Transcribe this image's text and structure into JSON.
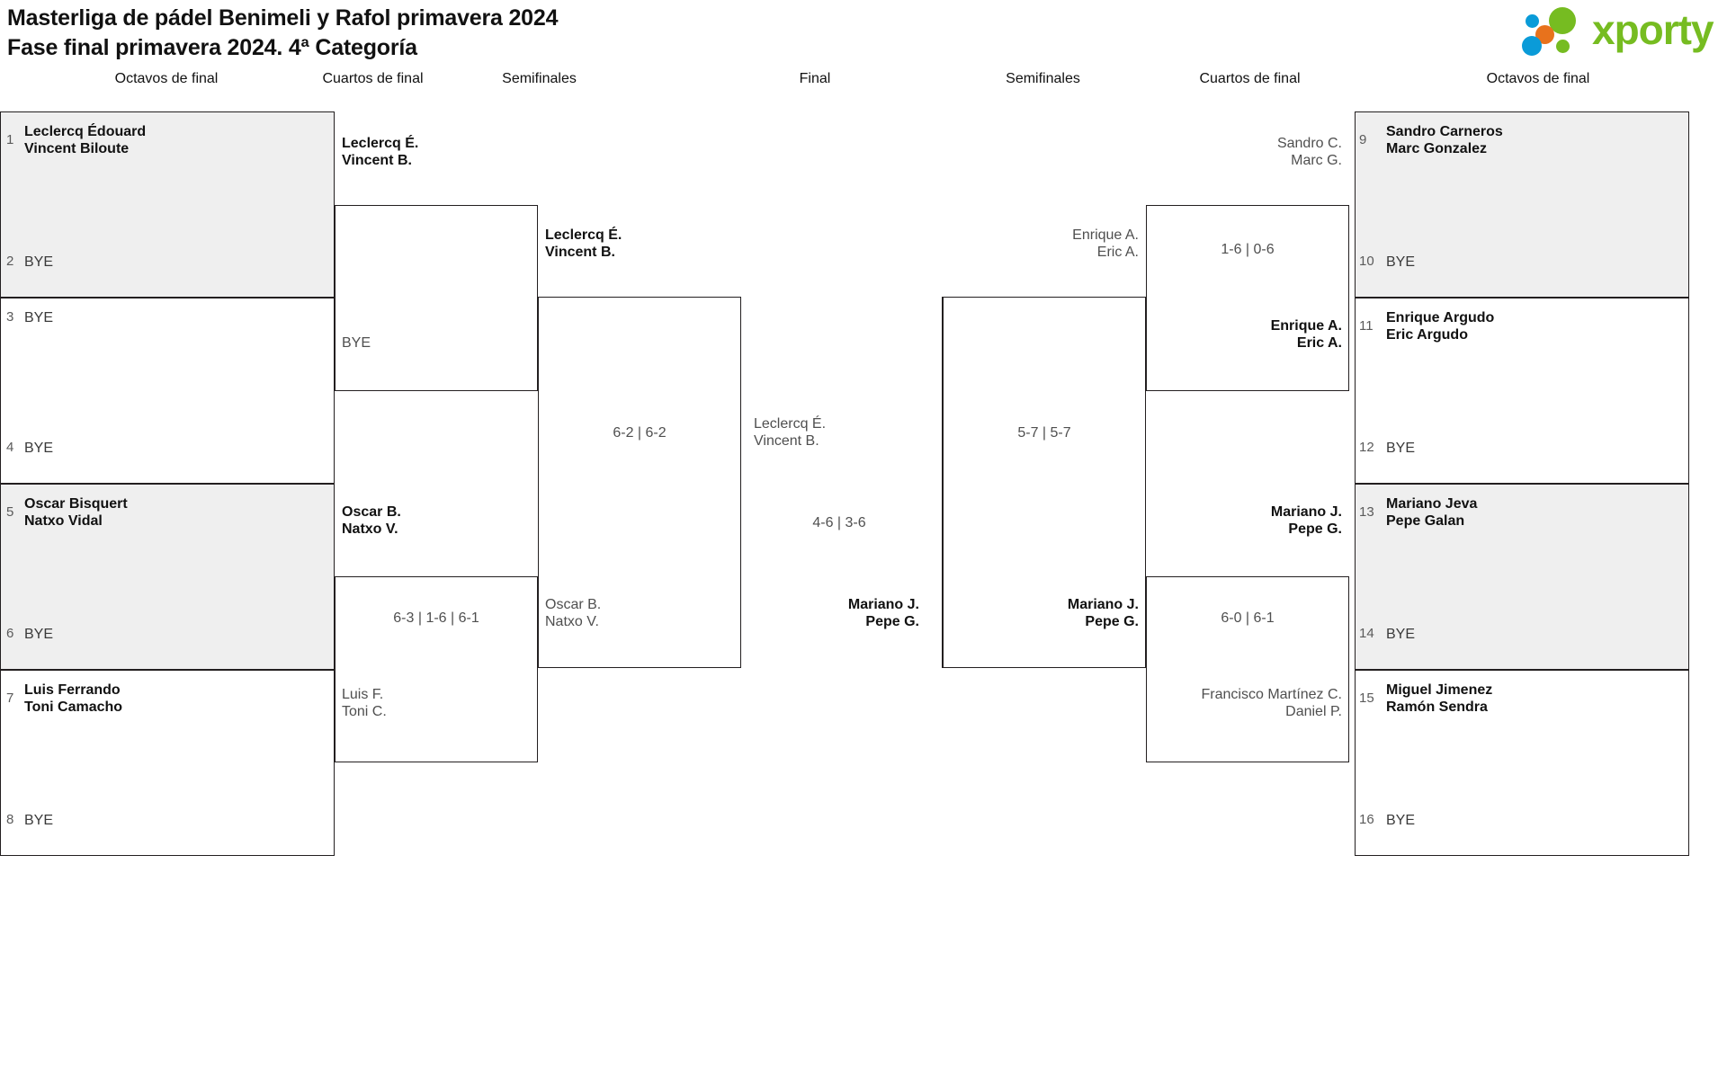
{
  "header": {
    "title_line1": "Masterliga de pádel Benimeli y Rafol primavera 2024",
    "title_line2": "Fase final primavera 2024. 4ª Categoría"
  },
  "brand": {
    "wordmark": "xporty",
    "green": "#76bc21",
    "blue": "#0a9bd8",
    "orange": "#e8721c"
  },
  "rounds": {
    "left_r16": "Octavos de final",
    "left_qf": "Cuartos de final",
    "left_sf": "Semifinales",
    "final": "Final",
    "right_sf": "Semifinales",
    "right_qf": "Cuartos de final",
    "right_r16": "Octavos de final"
  },
  "seeds_left": [
    {
      "num": "1",
      "line1": "Leclercq Édouard",
      "line2": "Vincent Biloute",
      "bye": false
    },
    {
      "num": "2",
      "line1": "BYE",
      "line2": "",
      "bye": true
    },
    {
      "num": "3",
      "line1": "BYE",
      "line2": "",
      "bye": true
    },
    {
      "num": "4",
      "line1": "BYE",
      "line2": "",
      "bye": true
    },
    {
      "num": "5",
      "line1": "Oscar Bisquert",
      "line2": "Natxo Vidal",
      "bye": false
    },
    {
      "num": "6",
      "line1": "BYE",
      "line2": "",
      "bye": true
    },
    {
      "num": "7",
      "line1": "Luis Ferrando",
      "line2": "Toni Camacho",
      "bye": false
    },
    {
      "num": "8",
      "line1": "BYE",
      "line2": "",
      "bye": true
    }
  ],
  "seeds_right": [
    {
      "num": "9",
      "line1": "Sandro Carneros",
      "line2": "Marc Gonzalez",
      "bye": false
    },
    {
      "num": "10",
      "line1": "BYE",
      "line2": "",
      "bye": true
    },
    {
      "num": "11",
      "line1": "Enrique Argudo",
      "line2": "Eric Argudo",
      "bye": false
    },
    {
      "num": "12",
      "line1": "BYE",
      "line2": "",
      "bye": true
    },
    {
      "num": "13",
      "line1": "Mariano Jeva",
      "line2": "Pepe Galan",
      "bye": false
    },
    {
      "num": "14",
      "line1": "BYE",
      "line2": "",
      "bye": true
    },
    {
      "num": "15",
      "line1": "Miguel Jimenez",
      "line2": "Ramón Sendra",
      "bye": false
    },
    {
      "num": "16",
      "line1": "BYE",
      "line2": "",
      "bye": true
    }
  ],
  "left_qf": {
    "m1_top_l1": "Leclercq É.",
    "m1_top_l2": "Vincent B.",
    "m1_bot_l1": "BYE",
    "m1_bot_l2": "",
    "m1_score": "",
    "m2_top_l1": "Oscar B.",
    "m2_top_l2": "Natxo V.",
    "m2_bot_l1": "Luis F.",
    "m2_bot_l2": "Toni C.",
    "m2_score": "6-3 | 1-6 | 6-1"
  },
  "left_sf": {
    "top_l1": "Leclercq É.",
    "top_l2": "Vincent B.",
    "bot_l1": "Oscar B.",
    "bot_l2": "Natxo V.",
    "score": "6-2 | 6-2"
  },
  "final": {
    "top_l1": "Leclercq É.",
    "top_l2": "Vincent B.",
    "bot_l1": "Mariano J.",
    "bot_l2": "Pepe G.",
    "score": "4-6 | 3-6"
  },
  "right_sf": {
    "top_l1": "Enrique A.",
    "top_l2": "Eric A.",
    "bot_l1": "Mariano J.",
    "bot_l2": "Pepe G.",
    "score": "5-7 | 5-7"
  },
  "right_qf": {
    "m1_top_l1": "Sandro C.",
    "m1_top_l2": "Marc G.",
    "m1_bot_l1": "Enrique A.",
    "m1_bot_l2": "Eric A.",
    "m1_score": "1-6 | 0-6",
    "m2_top_l1": "Mariano J.",
    "m2_top_l2": "Pepe G.",
    "m2_bot_l1": "Francisco Martínez C.",
    "m2_bot_l2": "Daniel P.",
    "m2_score": "6-0 | 6-1"
  }
}
